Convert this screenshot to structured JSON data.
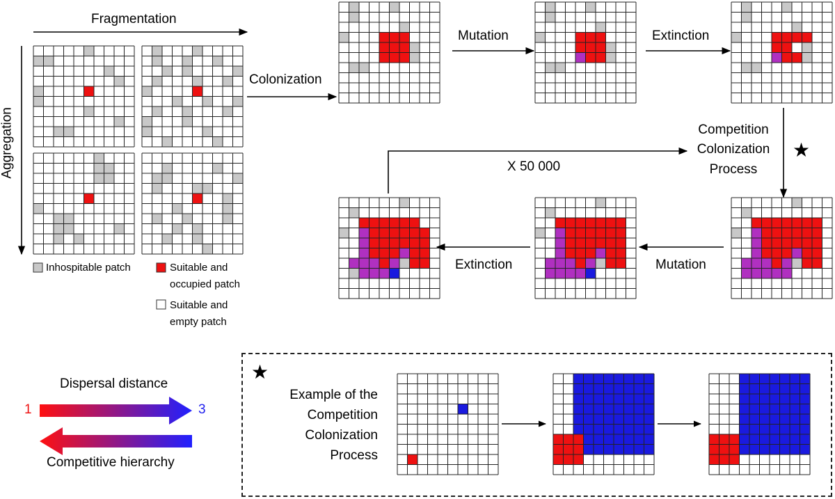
{
  "labels": {
    "fragmentation": "Fragmentation",
    "aggregation": "Aggregation",
    "colonization": "Colonization",
    "mutation_top": "Mutation",
    "extinction_top": "Extinction",
    "competition_process": [
      "Competition",
      "Colonization",
      "Process"
    ],
    "repeat": "X 50 000",
    "mutation_bottom": "Mutation",
    "extinction_bottom": "Extinction",
    "star": "★",
    "example": [
      "Example of the",
      "Competition",
      "Colonization",
      "Process"
    ]
  },
  "legend": {
    "inhospitable": "Inhospitable patch",
    "occupied": [
      "Suitable and",
      "occupied patch"
    ],
    "empty": [
      "Suitable and",
      "empty patch"
    ]
  },
  "dispersal": {
    "label": "Dispersal distance",
    "min": "1",
    "max": "3",
    "hierarchy_label": "Competitive hierarchy"
  },
  "colors": {
    "inhospitable": "#c8c8c8",
    "occupied": "#ee1111",
    "mutant": "#b030c0",
    "competitor": "#1a1adf",
    "empty": "#ffffff",
    "gradient_red": "#ff1010",
    "gradient_blue": "#2020ff",
    "min_color": "#ee1111",
    "max_color": "#2020ee"
  }
}
